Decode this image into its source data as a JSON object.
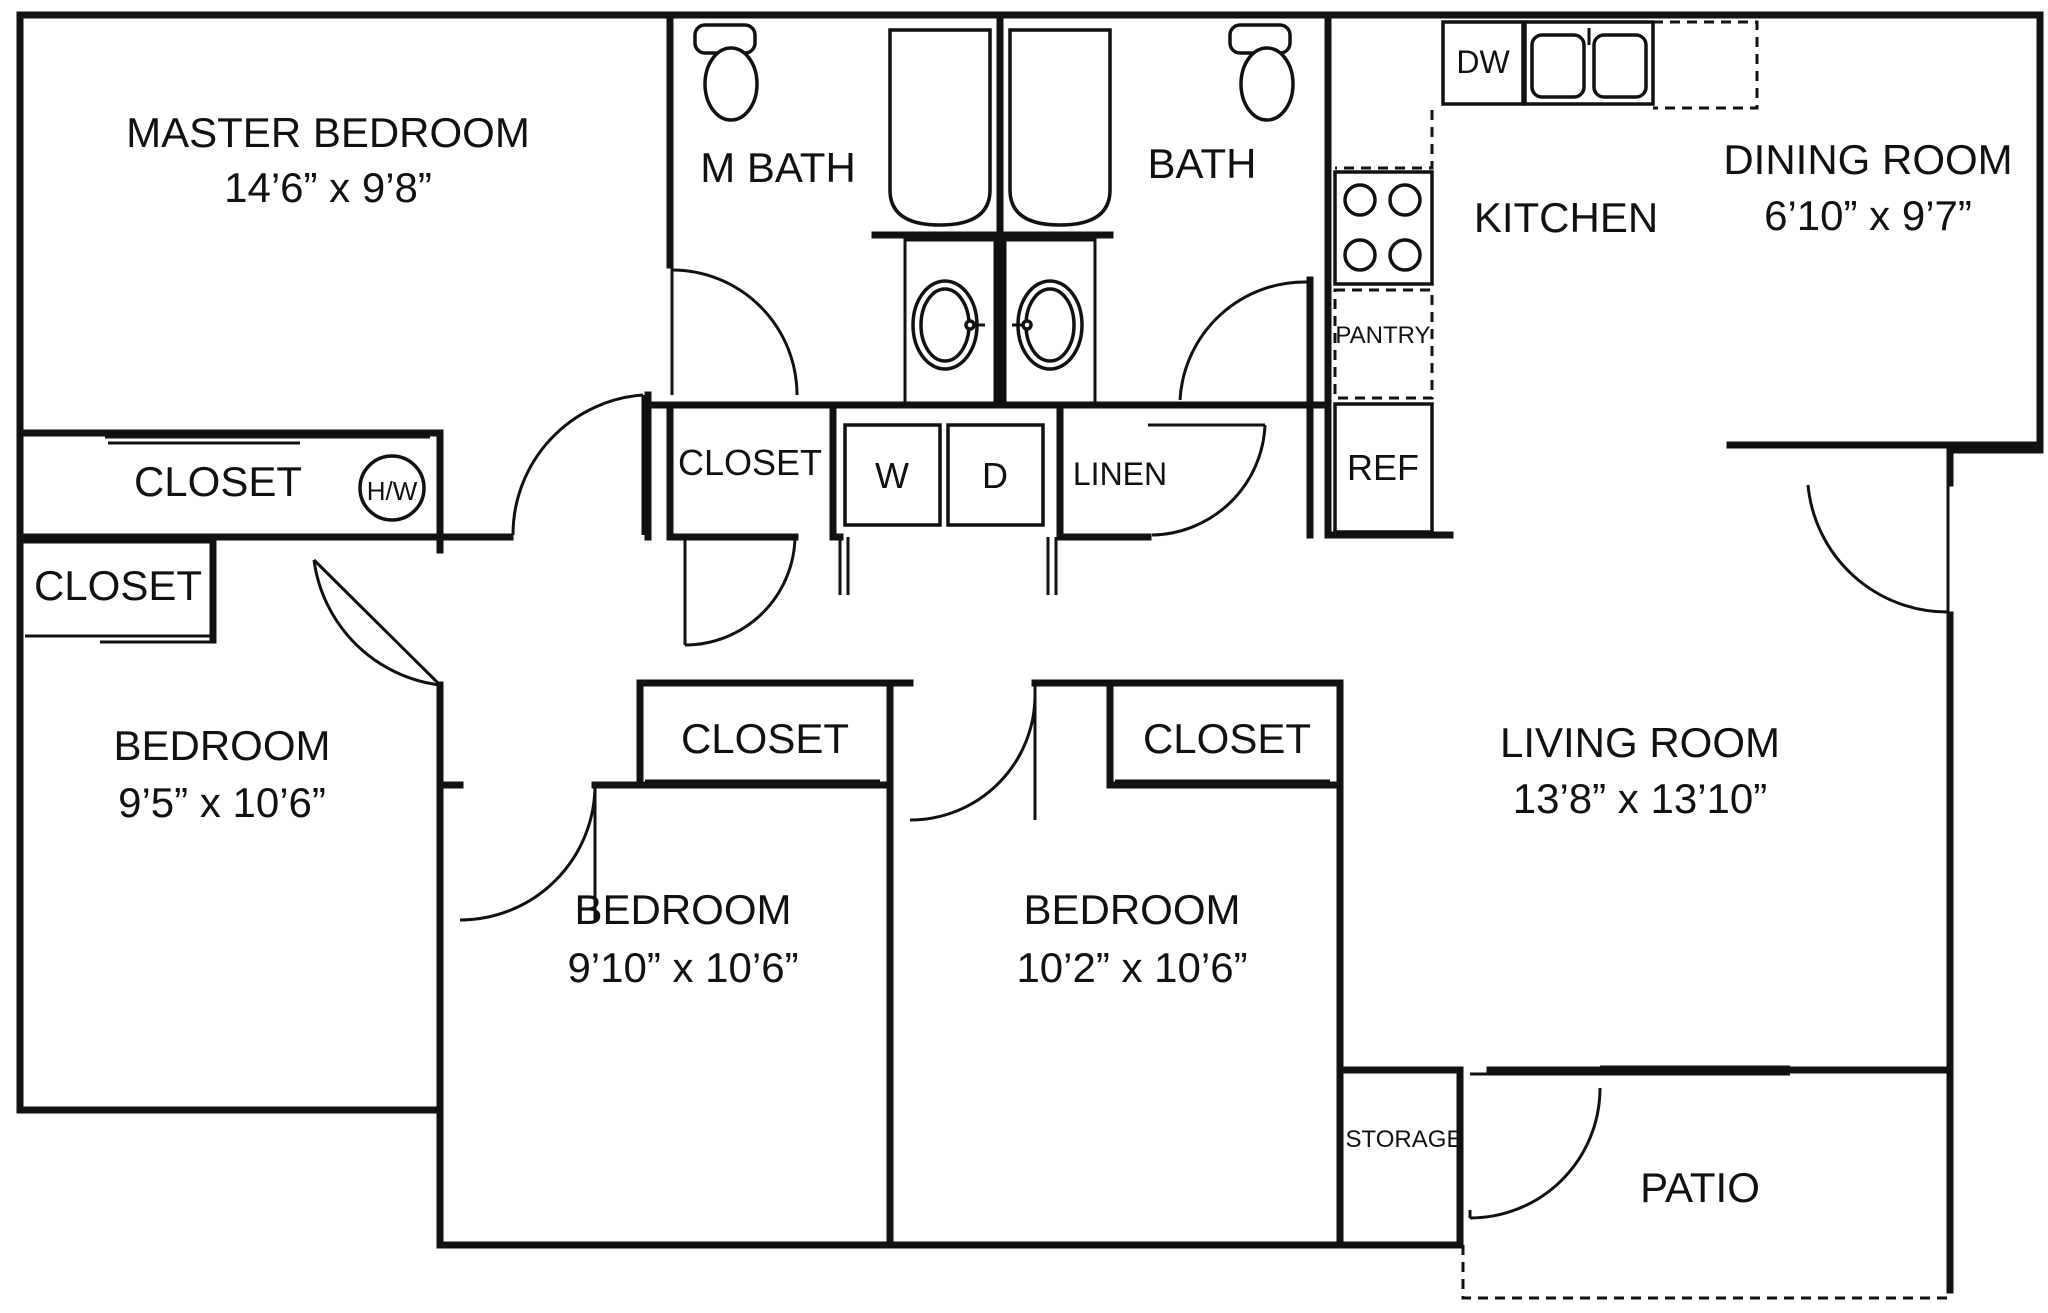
{
  "plan": {
    "rooms": {
      "master_bedroom": {
        "name": "MASTER BEDROOM",
        "size": "14’6” x 9’8”"
      },
      "m_bath": {
        "name": "M BATH"
      },
      "bath": {
        "name": "BATH"
      },
      "kitchen": {
        "name": "KITCHEN"
      },
      "dining_room": {
        "name": "DINING ROOM",
        "size": "6’10” x 9’7”"
      },
      "bedroom_left": {
        "name": "BEDROOM",
        "size": "9’5” x 10’6”"
      },
      "bedroom_middle": {
        "name": "BEDROOM",
        "size": "9’10” x 10’6”"
      },
      "bedroom_right": {
        "name": "BEDROOM",
        "size": "10’2” x 10’6”"
      },
      "living_room": {
        "name": "LIVING ROOM",
        "size": "13’8” x 13’10”"
      },
      "patio": {
        "name": "PATIO"
      },
      "storage": {
        "name": "STORAGE"
      }
    },
    "closets": {
      "master": "CLOSET",
      "bedroom_left": "CLOSET",
      "hall": "CLOSET",
      "bedroom_middle": "CLOSET",
      "bedroom_right": "CLOSET",
      "linen": "LINEN",
      "pantry": "PANTRY"
    },
    "appliances": {
      "water_heater": "H/W",
      "dishwasher": "DW",
      "washer": "W",
      "dryer": "D",
      "refrigerator": "REF"
    }
  }
}
